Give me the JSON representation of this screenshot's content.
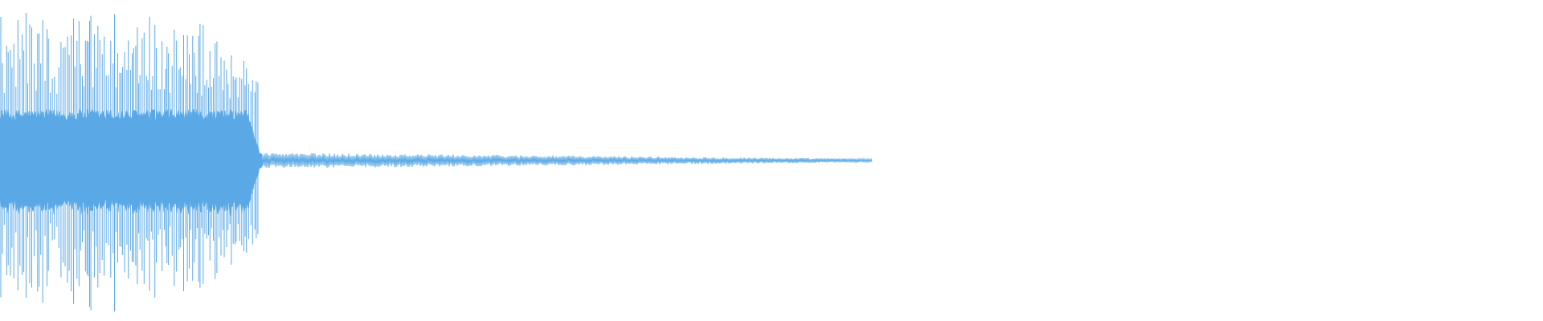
{
  "waveform": {
    "color": "#5aa9e6",
    "background": "#ffffff",
    "visible_portion": 0.565,
    "burst_end": 0.17,
    "amplitude": {
      "burst_peak": 0.92,
      "burst_core": 0.3,
      "tail_start": 0.045,
      "tail_end": 0.01
    }
  }
}
